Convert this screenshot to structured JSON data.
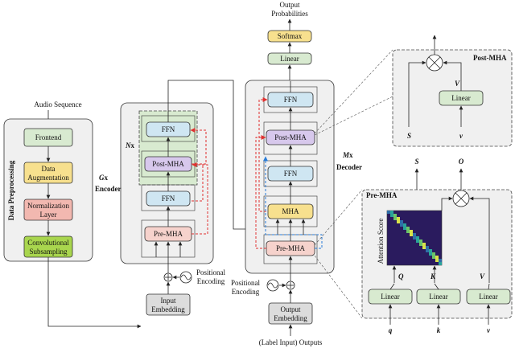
{
  "colors": {
    "frontend": "#d8ead0",
    "augmentation": "#f7e08e",
    "normalization": "#f2b8b0",
    "subsampling": "#a9d64e",
    "ffn": "#cfe6f2",
    "post_mha": "#d7c8ec",
    "pre_mha": "#f6d2cc",
    "mha": "#f7e08e",
    "linear": "#d8ead0",
    "softmax": "#f7e08e",
    "embedding": "#dcdcdc",
    "panel": "#f0f0f0",
    "nx_group": "#d8ead0",
    "arrow_red": "#e03030",
    "arrow_blue": "#2a7dd8"
  },
  "preprocessing": {
    "title": "Data Preprocessing",
    "input_label": "Audio Sequence",
    "frontend": "Frontend",
    "augmentation_line1": "Data",
    "augmentation_line2": "Augmentation",
    "normalization_line1": "Normalization",
    "normalization_line2": "Layer",
    "subsampling_line1": "Convolutional",
    "subsampling_line2": "Subsampling"
  },
  "encoder": {
    "repeat_prefix": "G",
    "repeat_suffix": "x",
    "name": "Encoder",
    "nx_prefix": "N",
    "nx_suffix": "x",
    "ffn_top": "FFN",
    "post_mha": "Post-MHA",
    "ffn_bottom": "FFN",
    "pre_mha": "Pre-MHA",
    "embedding_line1": "Input",
    "embedding_line2": "Embedding",
    "pos_line1": "Positional",
    "pos_line2": "Encoding"
  },
  "decoder": {
    "repeat_prefix": "M",
    "repeat_suffix": "x",
    "name": "Decoder",
    "ffn_top": "FFN",
    "post_mha": "Post-MHA",
    "ffn_mid": "FFN",
    "mha": "MHA",
    "pre_mha": "Pre-MHA",
    "embedding_line1": "Output",
    "embedding_line2": "Embedding",
    "pos_line1": "Positional",
    "pos_line2": "Encoding",
    "bottom_label": "(Label Input) Outputs",
    "linear": "Linear",
    "softmax": "Softmax",
    "output_line1": "Output",
    "output_line2": "Probabilities"
  },
  "post_mha_detail": {
    "title": "Post-MHA",
    "linear": "Linear",
    "v_upper": "V",
    "s": "S",
    "v_lower": "v"
  },
  "pre_mha_detail": {
    "title": "Pre-MHA",
    "s_out": "S",
    "o_out": "O",
    "attention_label": "Attention Score",
    "q_upper": "Q",
    "k_upper": "K",
    "v_upper": "V",
    "linear_q": "Linear",
    "linear_k": "Linear",
    "linear_v": "Linear",
    "q_lower": "q",
    "k_lower": "k",
    "v_lower": "v"
  }
}
